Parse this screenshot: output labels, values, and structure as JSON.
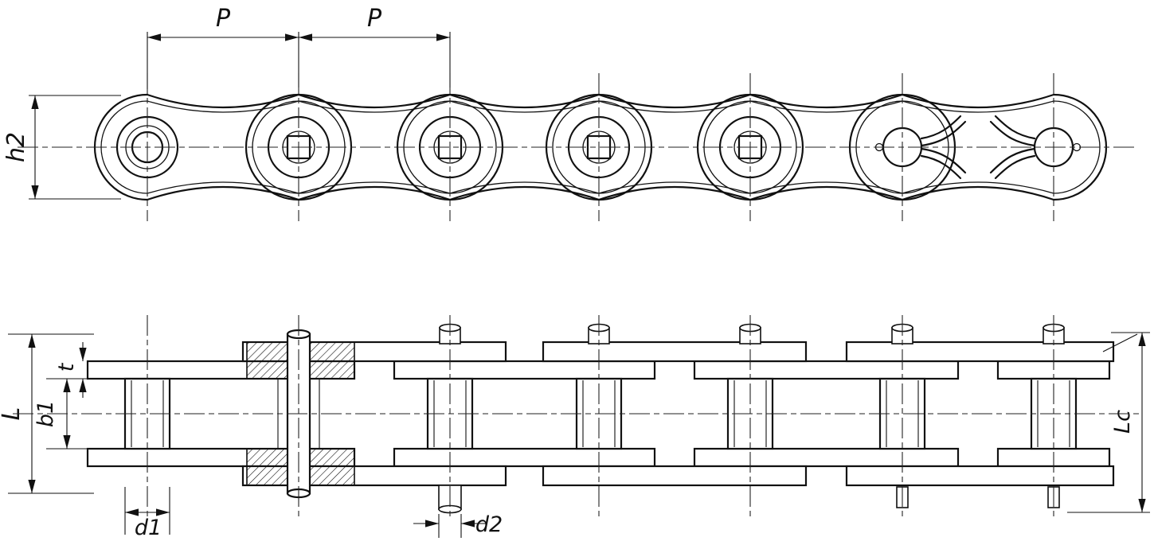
{
  "drawing": {
    "background": "#ffffff",
    "line_color": "#111111",
    "views": {
      "top": {
        "labels": {
          "pitch_left": "P",
          "pitch_right": "P",
          "plate_height": "h2"
        }
      },
      "front": {
        "labels": {
          "overall_pin_length": "L",
          "inner_width": "b1",
          "plate_thickness": "t",
          "roller_diameter": "d1",
          "pin_diameter": "d2",
          "connecting_link_pin_length": "Lc"
        }
      }
    }
  }
}
